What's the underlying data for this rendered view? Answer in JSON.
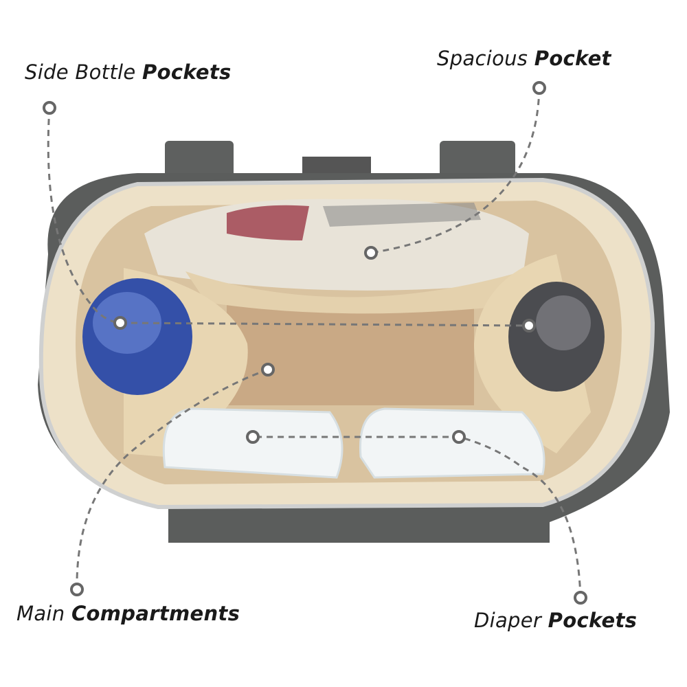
{
  "callouts": {
    "side_bottle": {
      "normal": "Side Bottle",
      "bold": "Pockets"
    },
    "spacious": {
      "normal": "Spacious",
      "bold": "Pocket"
    },
    "main": {
      "normal": "Main",
      "bold": "Compartments"
    },
    "diaper": {
      "normal": "Diaper",
      "bold": "Pockets"
    }
  },
  "colors": {
    "bag_gray": "#5b5d5c",
    "lining": "#eadbbd",
    "lining_dark": "#c9ad86",
    "dash": "#777777"
  }
}
